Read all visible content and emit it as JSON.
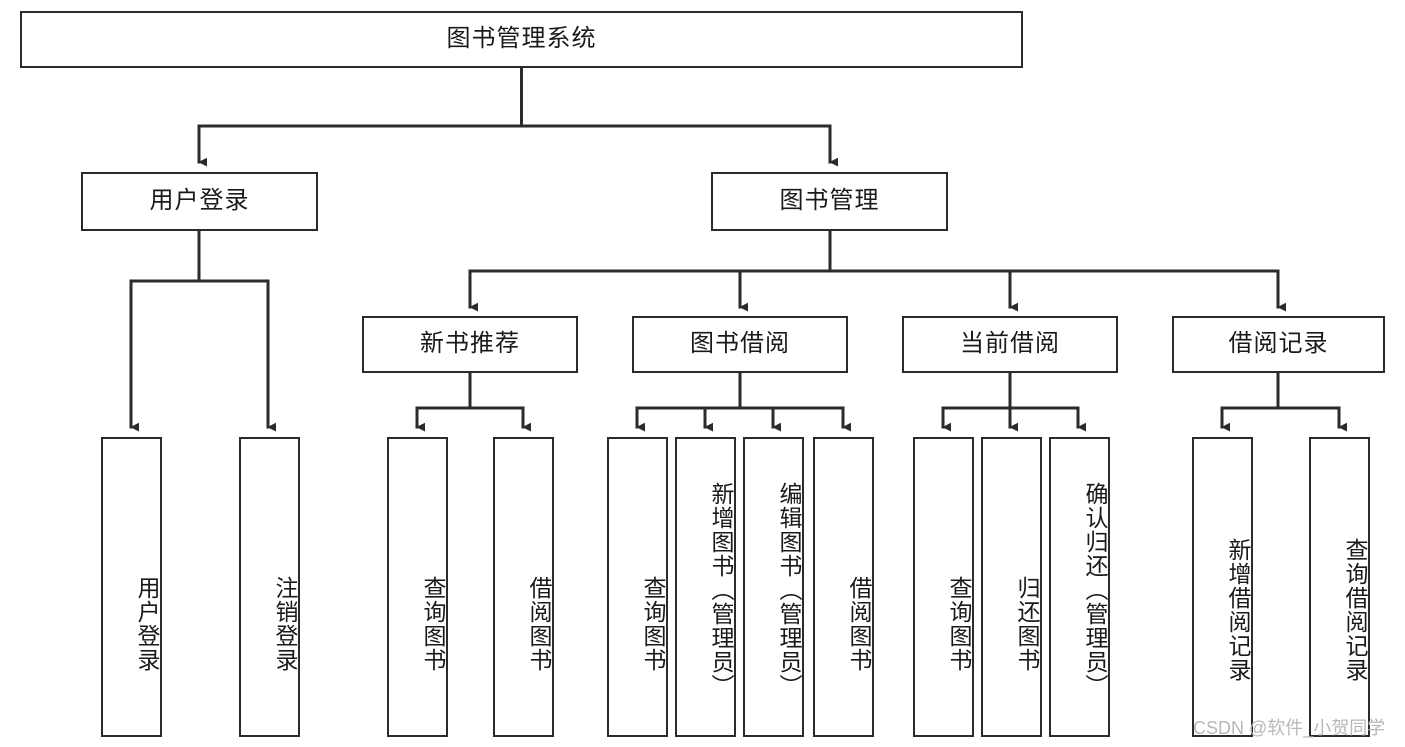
{
  "diagram": {
    "type": "tree",
    "title": "图书管理系统",
    "root": {
      "id": "root",
      "label": "图书管理系统",
      "orientation": "horizontal"
    },
    "level2": [
      {
        "id": "user-login",
        "label": "用户登录",
        "orientation": "horizontal"
      },
      {
        "id": "book-management",
        "label": "图书管理",
        "orientation": "horizontal"
      }
    ],
    "level3": [
      {
        "id": "new-book-recommend",
        "label": "新书推荐",
        "orientation": "horizontal",
        "parent": "book-management"
      },
      {
        "id": "book-borrow",
        "label": "图书借阅",
        "orientation": "horizontal",
        "parent": "book-management"
      },
      {
        "id": "current-borrow",
        "label": "当前借阅",
        "orientation": "horizontal",
        "parent": "book-management"
      },
      {
        "id": "borrow-record",
        "label": "借阅记录",
        "orientation": "horizontal",
        "parent": "book-management"
      }
    ],
    "leaves": [
      {
        "id": "leaf-user-login",
        "label": "用户登录",
        "parent": "user-login",
        "orientation": "vertical"
      },
      {
        "id": "leaf-user-logout",
        "label": "注销登录",
        "parent": "user-login",
        "orientation": "vertical"
      },
      {
        "id": "leaf-query-book-1",
        "label": "查询图书",
        "parent": "new-book-recommend",
        "orientation": "vertical"
      },
      {
        "id": "leaf-borrow-book-1",
        "label": "借阅图书",
        "parent": "new-book-recommend",
        "orientation": "vertical"
      },
      {
        "id": "leaf-query-book-2",
        "label": "查询图书",
        "parent": "book-borrow",
        "orientation": "vertical"
      },
      {
        "id": "leaf-add-book",
        "label": "新增图书（管理员）",
        "parent": "book-borrow",
        "orientation": "vertical"
      },
      {
        "id": "leaf-edit-book",
        "label": "编辑图书（管理员）",
        "parent": "book-borrow",
        "orientation": "vertical"
      },
      {
        "id": "leaf-borrow-book-2",
        "label": "借阅图书",
        "parent": "book-borrow",
        "orientation": "vertical"
      },
      {
        "id": "leaf-query-book-3",
        "label": "查询图书",
        "parent": "current-borrow",
        "orientation": "vertical"
      },
      {
        "id": "leaf-return-book",
        "label": "归还图书",
        "parent": "current-borrow",
        "orientation": "vertical"
      },
      {
        "id": "leaf-confirm-return",
        "label": "确认归还（管理员）",
        "parent": "current-borrow",
        "orientation": "vertical"
      },
      {
        "id": "leaf-add-record",
        "label": "新增借阅记录",
        "parent": "borrow-record",
        "orientation": "vertical"
      },
      {
        "id": "leaf-query-record",
        "label": "查询借阅记录",
        "parent": "borrow-record",
        "orientation": "vertical"
      }
    ],
    "colors": {
      "stroke": "#2b2b2b",
      "fill": "#ffffff",
      "text": "#1a1a1a",
      "watermark": "#b8b8b8"
    }
  },
  "watermark": {
    "text": "CSDN @软件_小贺同学"
  }
}
